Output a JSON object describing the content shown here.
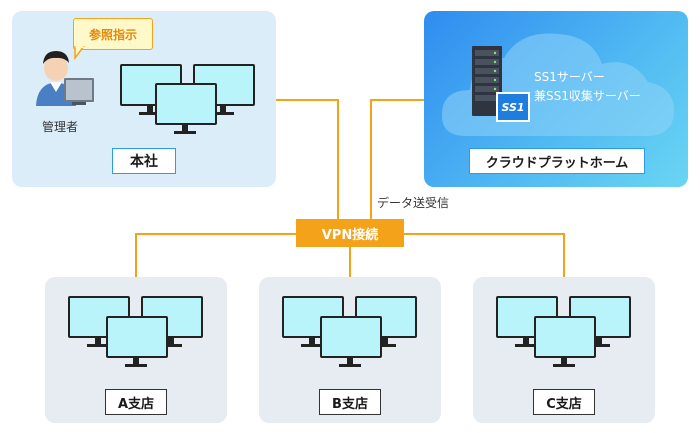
{
  "headquarters": {
    "title": "本社",
    "admin_label": "管理者",
    "callout": "参照指示"
  },
  "cloud": {
    "title": "クラウドプラットホーム",
    "server_line1": "SS1サーバー",
    "server_line2": "兼SS1収集サーバー",
    "logo": "SS1"
  },
  "vpn": {
    "label": "VPN接続"
  },
  "data_send": "データ送受信",
  "branches": [
    {
      "label": "A支店"
    },
    {
      "label": "B支店"
    },
    {
      "label": "C支店"
    }
  ],
  "colors": {
    "accent": "#f5a21b",
    "panel_hq": "#dcedfa",
    "panel_branch": "#e7ebf2",
    "cloud_blue": "#2f8cf0",
    "monitor_screen": "#b9f4fb"
  }
}
